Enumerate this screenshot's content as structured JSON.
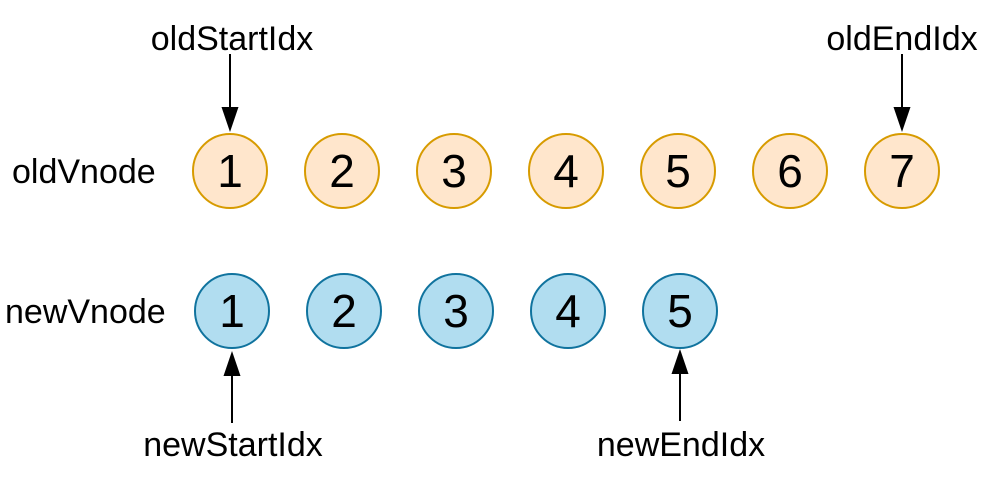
{
  "diagram": {
    "old_row": {
      "label": "oldVnode",
      "items": [
        "1",
        "2",
        "3",
        "4",
        "5",
        "6",
        "7"
      ]
    },
    "new_row": {
      "label": "newVnode",
      "items": [
        "1",
        "2",
        "3",
        "4",
        "5"
      ]
    },
    "pointers": {
      "old_start": "oldStartIdx",
      "old_end": "oldEndIdx",
      "new_start": "newStartIdx",
      "new_end": "newEndIdx"
    },
    "colors": {
      "old_fill": "#FFE6CC",
      "old_stroke": "#D79B00",
      "new_fill": "#B1DDF0",
      "new_stroke": "#10739E",
      "text": "#000000",
      "background": "#FFFFFF"
    }
  }
}
